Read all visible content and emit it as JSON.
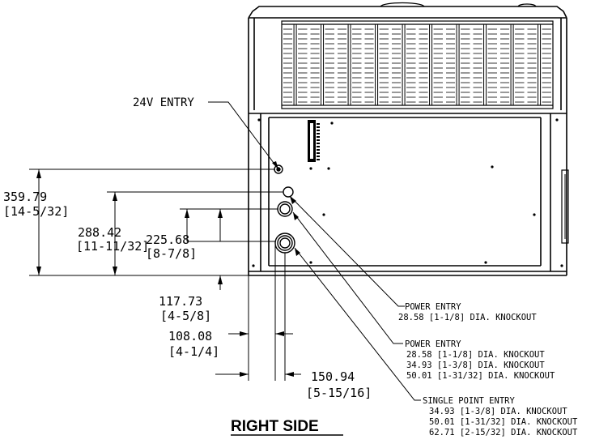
{
  "labels": {
    "entry_24v": "24V ENTRY",
    "view_title": "RIGHT SIDE"
  },
  "dimensions": {
    "d1_mm": "359.79",
    "d1_in": "[14-5/32]",
    "d2_mm": "288.42",
    "d2_in": "[11-11/32]",
    "d3_mm": "225.68",
    "d3_in": "[8-7/8]",
    "d4_mm": "117.73",
    "d4_in": "[4-5/8]",
    "d5_mm": "108.08",
    "d5_in": "[4-1/4]",
    "d6_mm": "150.94",
    "d6_in": "[5-15/16]"
  },
  "callouts": {
    "power_entry_1": {
      "title": "POWER ENTRY",
      "lines": [
        "28.58 [1-1/8] DIA. KNOCKOUT"
      ]
    },
    "power_entry_2": {
      "title": "POWER ENTRY",
      "lines": [
        "28.58 [1-1/8] DIA. KNOCKOUT",
        "34.93 [1-3/8] DIA. KNOCKOUT",
        "50.01 [1-31/32] DIA. KNOCKOUT"
      ]
    },
    "single_point_entry": {
      "title": "SINGLE POINT ENTRY",
      "lines": [
        "34.93 [1-3/8] DIA. KNOCKOUT",
        "50.01 [1-31/32] DIA. KNOCKOUT",
        "62.71 [2-15/32] DIA. KNOCKOUT"
      ]
    }
  }
}
